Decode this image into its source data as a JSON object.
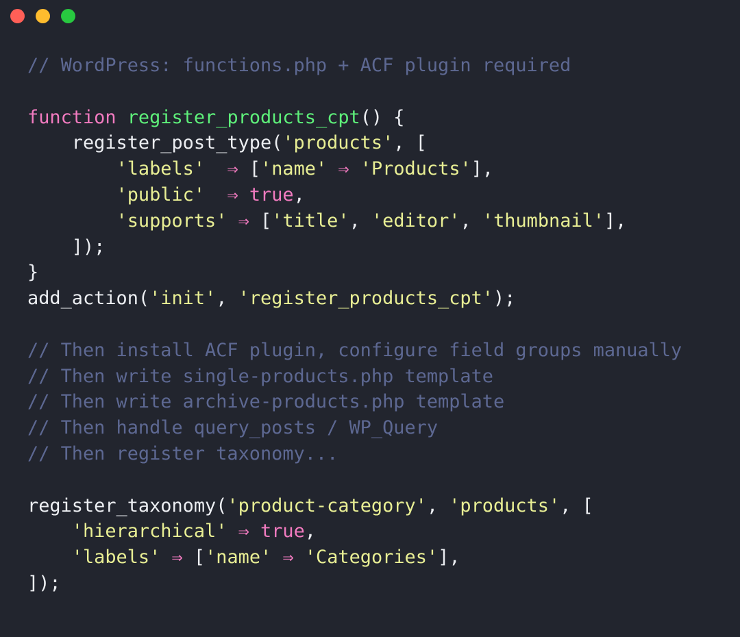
{
  "window": {
    "controls": [
      {
        "name": "close",
        "color": "#ff5f57"
      },
      {
        "name": "minimize",
        "color": "#febc2e"
      },
      {
        "name": "maximize",
        "color": "#28c840"
      }
    ]
  },
  "colors": {
    "background": "#22252e",
    "comment": "#5d6892",
    "keyword": "#f27bc0",
    "function": "#5ef07a",
    "string": "#e8ee94",
    "plain": "#eceef2"
  },
  "code": {
    "lines": [
      [
        [
          "c",
          "// WordPress: functions.php + ACF plugin required"
        ]
      ],
      [],
      [
        [
          "k",
          "function"
        ],
        [
          "p",
          " "
        ],
        [
          "f",
          "register_products_cpt"
        ],
        [
          "p",
          "() {"
        ]
      ],
      [
        [
          "p",
          "    register_post_type("
        ],
        [
          "s",
          "'products'"
        ],
        [
          "p",
          ", ["
        ]
      ],
      [
        [
          "p",
          "        "
        ],
        [
          "s",
          "'labels'"
        ],
        [
          "p",
          "  "
        ],
        [
          "k",
          "⇒"
        ],
        [
          "p",
          " ["
        ],
        [
          "s",
          "'name'"
        ],
        [
          "p",
          " "
        ],
        [
          "k",
          "⇒"
        ],
        [
          "p",
          " "
        ],
        [
          "s",
          "'Products'"
        ],
        [
          "p",
          "],"
        ]
      ],
      [
        [
          "p",
          "        "
        ],
        [
          "s",
          "'public'"
        ],
        [
          "p",
          "  "
        ],
        [
          "k",
          "⇒"
        ],
        [
          "p",
          " "
        ],
        [
          "k",
          "true"
        ],
        [
          "p",
          ","
        ]
      ],
      [
        [
          "p",
          "        "
        ],
        [
          "s",
          "'supports'"
        ],
        [
          "p",
          " "
        ],
        [
          "k",
          "⇒"
        ],
        [
          "p",
          " ["
        ],
        [
          "s",
          "'title'"
        ],
        [
          "p",
          ", "
        ],
        [
          "s",
          "'editor'"
        ],
        [
          "p",
          ", "
        ],
        [
          "s",
          "'thumbnail'"
        ],
        [
          "p",
          "],"
        ]
      ],
      [
        [
          "p",
          "    ]);"
        ]
      ],
      [
        [
          "p",
          "}"
        ]
      ],
      [
        [
          "p",
          "add_action("
        ],
        [
          "s",
          "'init'"
        ],
        [
          "p",
          ", "
        ],
        [
          "s",
          "'register_products_cpt'"
        ],
        [
          "p",
          ");"
        ]
      ],
      [],
      [
        [
          "c",
          "// Then install ACF plugin, configure field groups manually"
        ]
      ],
      [
        [
          "c",
          "// Then write single-products.php template"
        ]
      ],
      [
        [
          "c",
          "// Then write archive-products.php template"
        ]
      ],
      [
        [
          "c",
          "// Then handle query_posts / WP_Query"
        ]
      ],
      [
        [
          "c",
          "// Then register taxonomy..."
        ]
      ],
      [],
      [
        [
          "p",
          "register_taxonomy("
        ],
        [
          "s",
          "'product-category'"
        ],
        [
          "p",
          ", "
        ],
        [
          "s",
          "'products'"
        ],
        [
          "p",
          ", ["
        ]
      ],
      [
        [
          "p",
          "    "
        ],
        [
          "s",
          "'hierarchical'"
        ],
        [
          "p",
          " "
        ],
        [
          "k",
          "⇒"
        ],
        [
          "p",
          " "
        ],
        [
          "k",
          "true"
        ],
        [
          "p",
          ","
        ]
      ],
      [
        [
          "p",
          "    "
        ],
        [
          "s",
          "'labels'"
        ],
        [
          "p",
          " "
        ],
        [
          "k",
          "⇒"
        ],
        [
          "p",
          " ["
        ],
        [
          "s",
          "'name'"
        ],
        [
          "p",
          " "
        ],
        [
          "k",
          "⇒"
        ],
        [
          "p",
          " "
        ],
        [
          "s",
          "'Categories'"
        ],
        [
          "p",
          "],"
        ]
      ],
      [
        [
          "p",
          "]);"
        ]
      ]
    ]
  }
}
